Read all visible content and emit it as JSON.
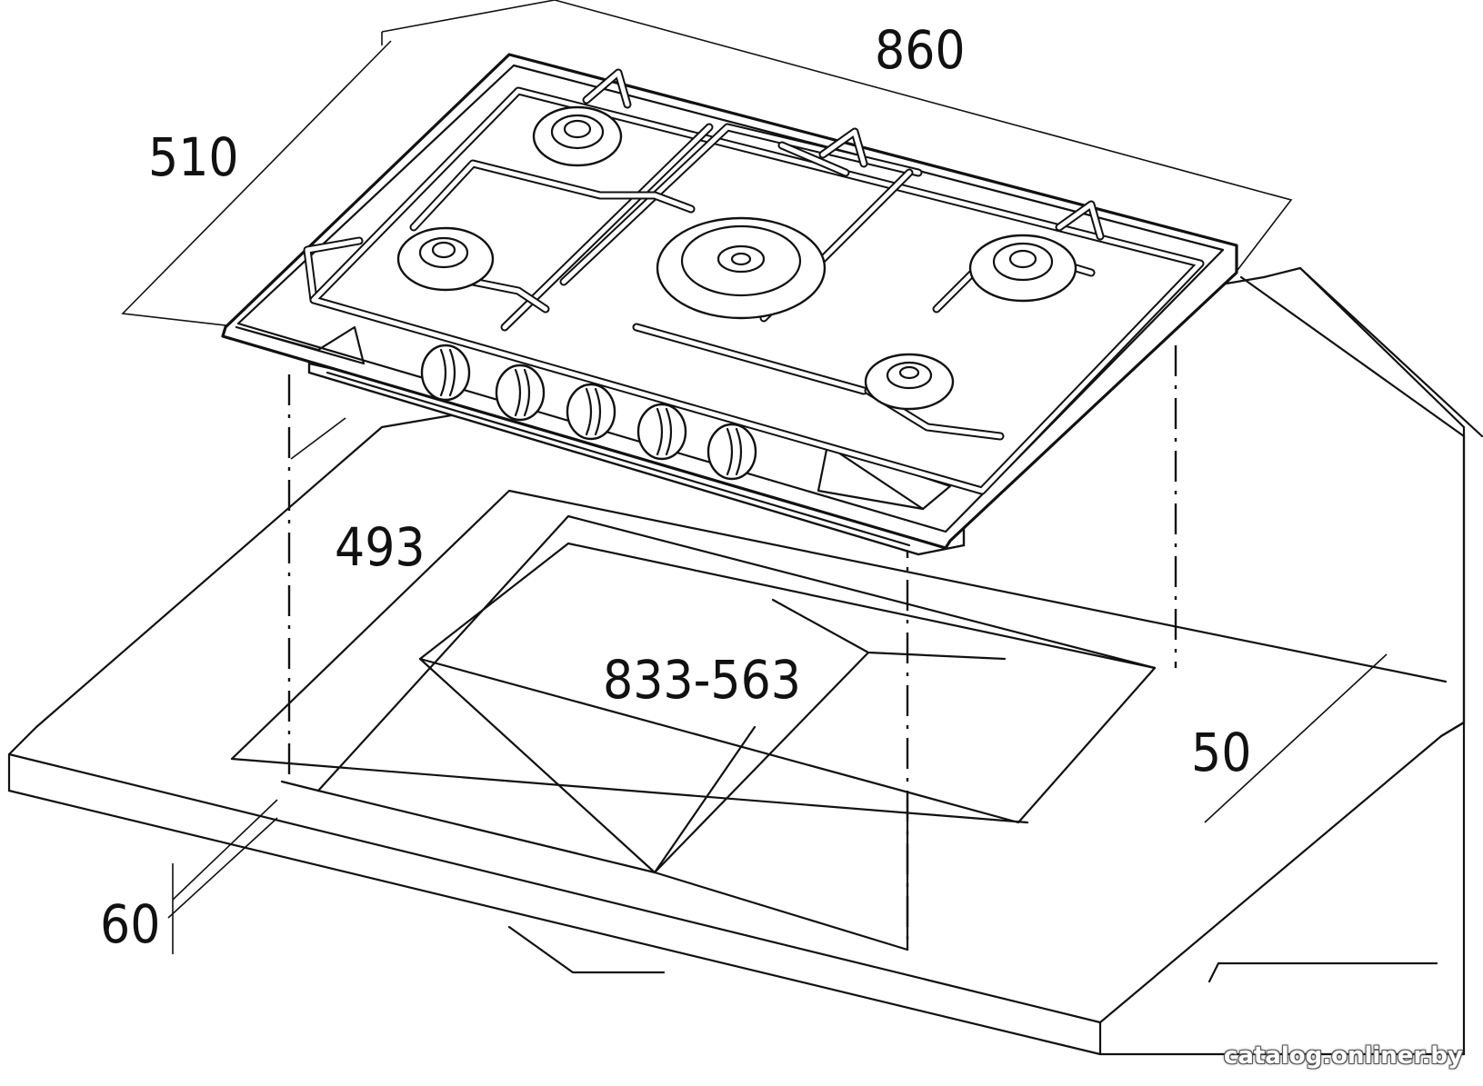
{
  "dimensions": {
    "width_hob": "860",
    "depth_hob": "510",
    "cutout_depth": "493",
    "cutout_width": "833-563",
    "min_back_distance": "50",
    "worktop_thickness": "60"
  },
  "watermark": "catalog.onliner.by",
  "hob": {
    "burner_count": 5,
    "knob_count": 5
  }
}
